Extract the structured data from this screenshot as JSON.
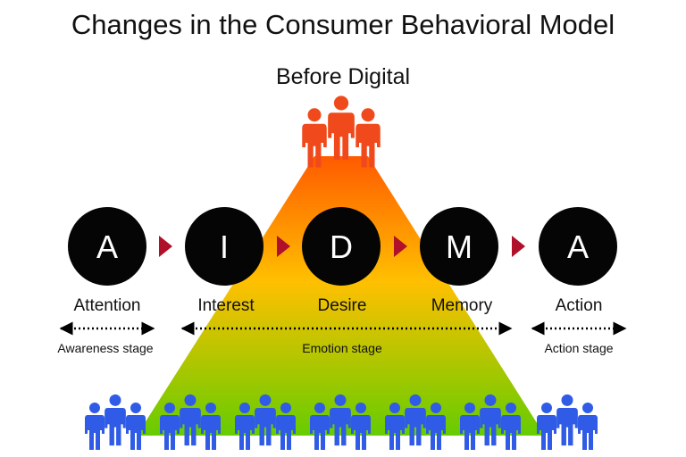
{
  "title": "Changes in the Consumer Behavioral Model",
  "subtitle": "Before Digital",
  "stages": [
    {
      "letter": "A",
      "label": "Attention"
    },
    {
      "letter": "I",
      "label": "Interest"
    },
    {
      "letter": "D",
      "label": "Desire"
    },
    {
      "letter": "M",
      "label": "Memory"
    },
    {
      "letter": "A",
      "label": "Action"
    }
  ],
  "phases": [
    {
      "label": "Awareness stage"
    },
    {
      "label": "Emotion stage"
    },
    {
      "label": "Action stage"
    }
  ],
  "colors": {
    "circle": "#050505",
    "arrow": "#b0102a",
    "pyramid_top": "#ff5a00",
    "pyramid_mid": "#ffc000",
    "pyramid_bottom": "#66cc00",
    "top_people": "#f04a1c",
    "bottom_people": "#2f5be6"
  },
  "icons": {
    "top_group": "people-group-icon",
    "bottom_groups": "people-group-icon"
  }
}
